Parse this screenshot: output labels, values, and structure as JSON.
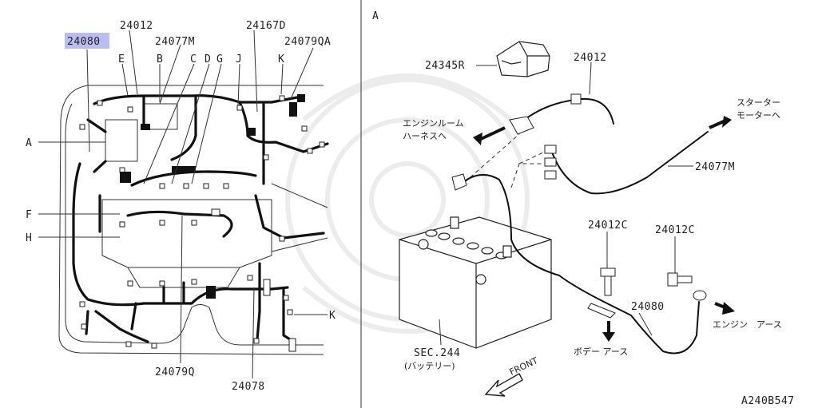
{
  "left_panel": {
    "highlighted_part": "24080",
    "part_labels": [
      "24012",
      "24077M",
      "24167D",
      "24079QA",
      "24079Q",
      "24078"
    ],
    "letter_labels": [
      "E",
      "B",
      "C",
      "D",
      "G",
      "J",
      "K",
      "A",
      "F",
      "H",
      "K"
    ]
  },
  "right_panel": {
    "view_label": "A",
    "part_labels": [
      "24345R",
      "24012",
      "24077M",
      "24012C",
      "24012C",
      "24080"
    ],
    "jp_labels": {
      "starter_line1": "スターター",
      "starter_line2": "モーターへ",
      "engine_room_line1": "エンジンルーム",
      "engine_room_line2": "ハーネスへ",
      "body_earth": "ボデー アース",
      "engine_earth": "エンジン　アース",
      "sec_ref": "SEC.244",
      "battery": "(バッテリー)",
      "front": "FRONT"
    },
    "figure_code": "A240B547"
  },
  "colors": {
    "highlight": "#b9bdf0",
    "line": "#111111"
  }
}
